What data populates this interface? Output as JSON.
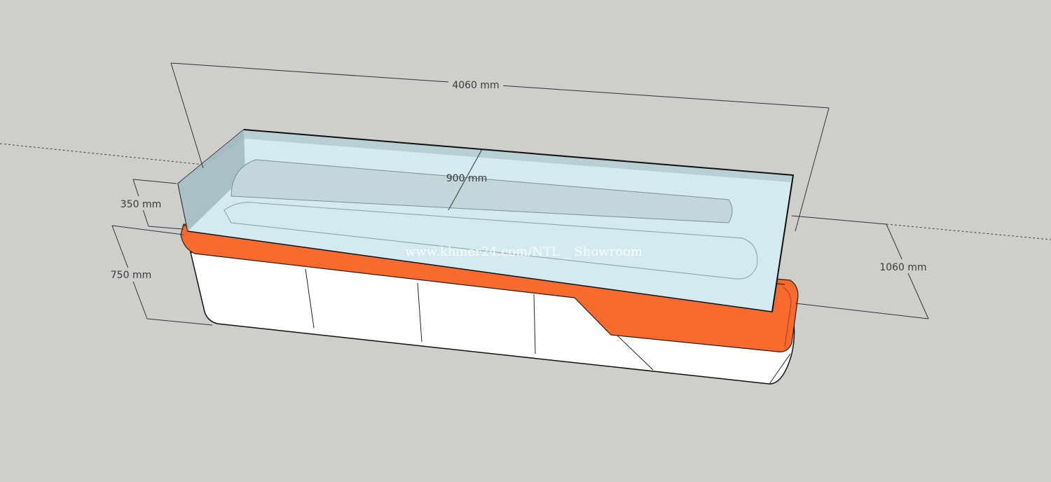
{
  "dimensions": {
    "length": "4060 mm",
    "depth": "900 mm",
    "glass_height": "350 mm",
    "base_height": "750 mm",
    "total_height": "1060 mm"
  },
  "watermark": "www.khmer24.com/NTL _ Showroom",
  "colors": {
    "background": "#cececa",
    "accent_orange": "#f96a2e",
    "glass": "#d5ebf1",
    "base": "#ffffff"
  }
}
